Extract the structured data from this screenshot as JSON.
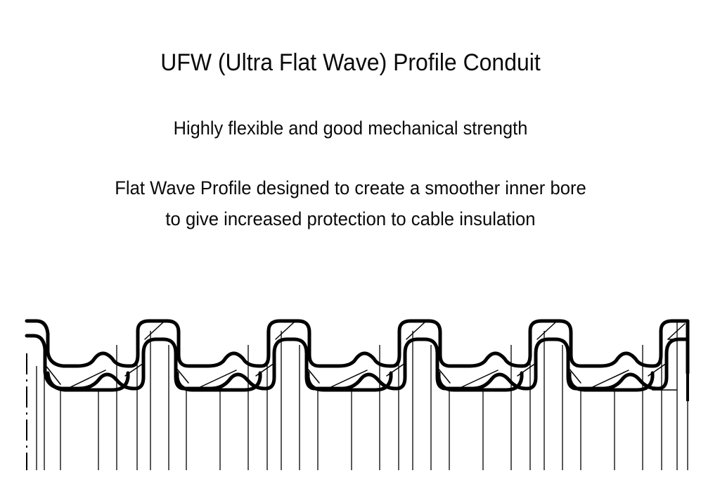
{
  "slide": {
    "title": "UFW (Ultra Flat Wave) Profile Conduit",
    "subtitle": "Highly flexible and good mechanical strength",
    "body_line_1": "Flat Wave Profile designed to create a smoother inner bore",
    "body_line_2": "to give increased protection to cable insulation",
    "background_color": "#ffffff",
    "text_color": "#0a0a0a"
  },
  "drawing": {
    "name": "corrugated-conduit-cross-section",
    "description": "Technical line drawing of UFW flat wave profile corrugated conduit wall",
    "line_color": "#000000",
    "outline_stroke_width": 5,
    "detail_stroke_width": 1.4,
    "rib_count": 5,
    "bump_count": 4,
    "has_centerline": true,
    "has_projection_lines": true
  }
}
